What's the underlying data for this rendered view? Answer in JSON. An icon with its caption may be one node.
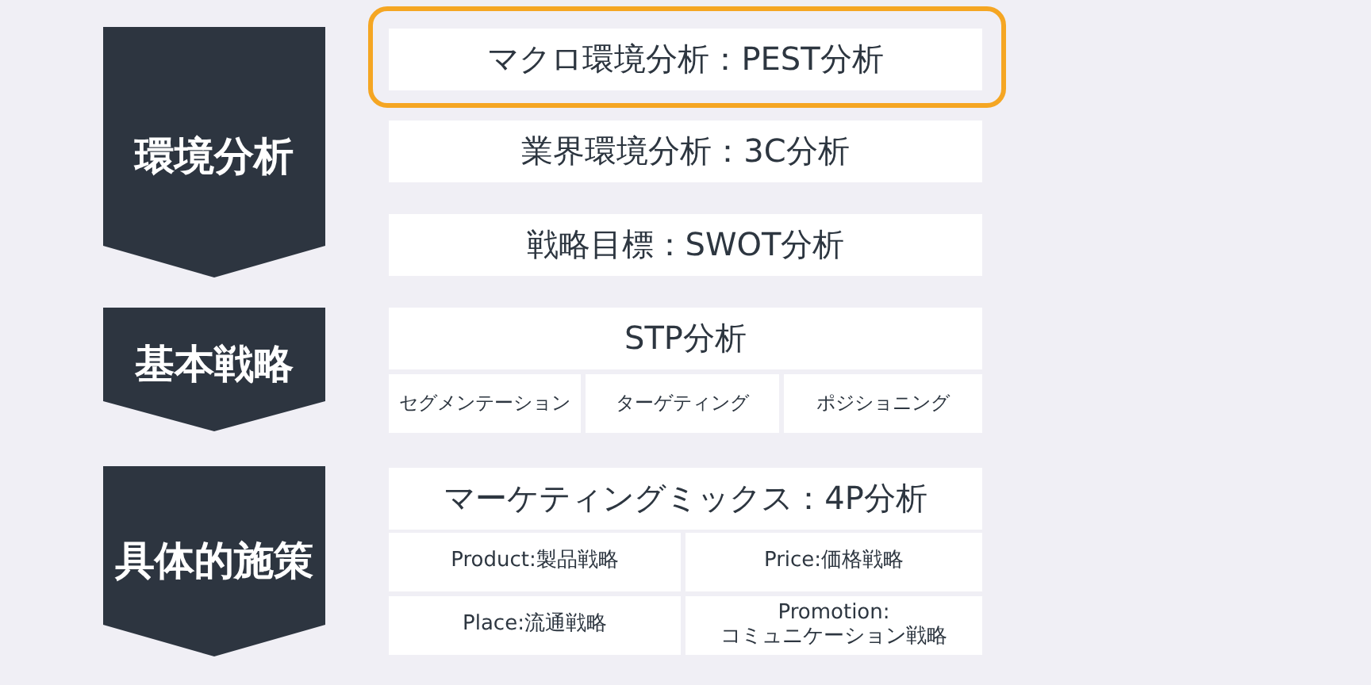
{
  "diagram": {
    "nodes": [
      {
        "text": [
          "環境分析"
        ]
      },
      {
        "text": [],
        "shape": "box"
      },
      {
        "text": [
          "マクロ環境分析：PEST分析"
        ],
        "in": 1
      },
      {
        "text": [
          "業界環境分析：3C分析"
        ]
      },
      {
        "text": [
          "戦略目標：SWOT分析"
        ]
      },
      {
        "text": [
          "基本戦略"
        ]
      },
      {
        "text": [
          "STP分析"
        ]
      },
      {
        "text": [
          "セグメンテーション"
        ]
      },
      {
        "text": [
          "ターゲティング"
        ]
      },
      {
        "text": [
          "ポジショニング"
        ]
      },
      {
        "text": [
          "具体的施策"
        ]
      },
      {
        "text": [
          "マーケティングミックス：4P分析"
        ]
      },
      {
        "text": [
          "Product:製品戦略"
        ]
      },
      {
        "text": [
          "Price:価格戦略"
        ]
      },
      {
        "text": [
          "Place:流通戦略"
        ]
      },
      {
        "text": [
          "Promotion: コミュニケーション戦略"
        ]
      }
    ]
  }
}
